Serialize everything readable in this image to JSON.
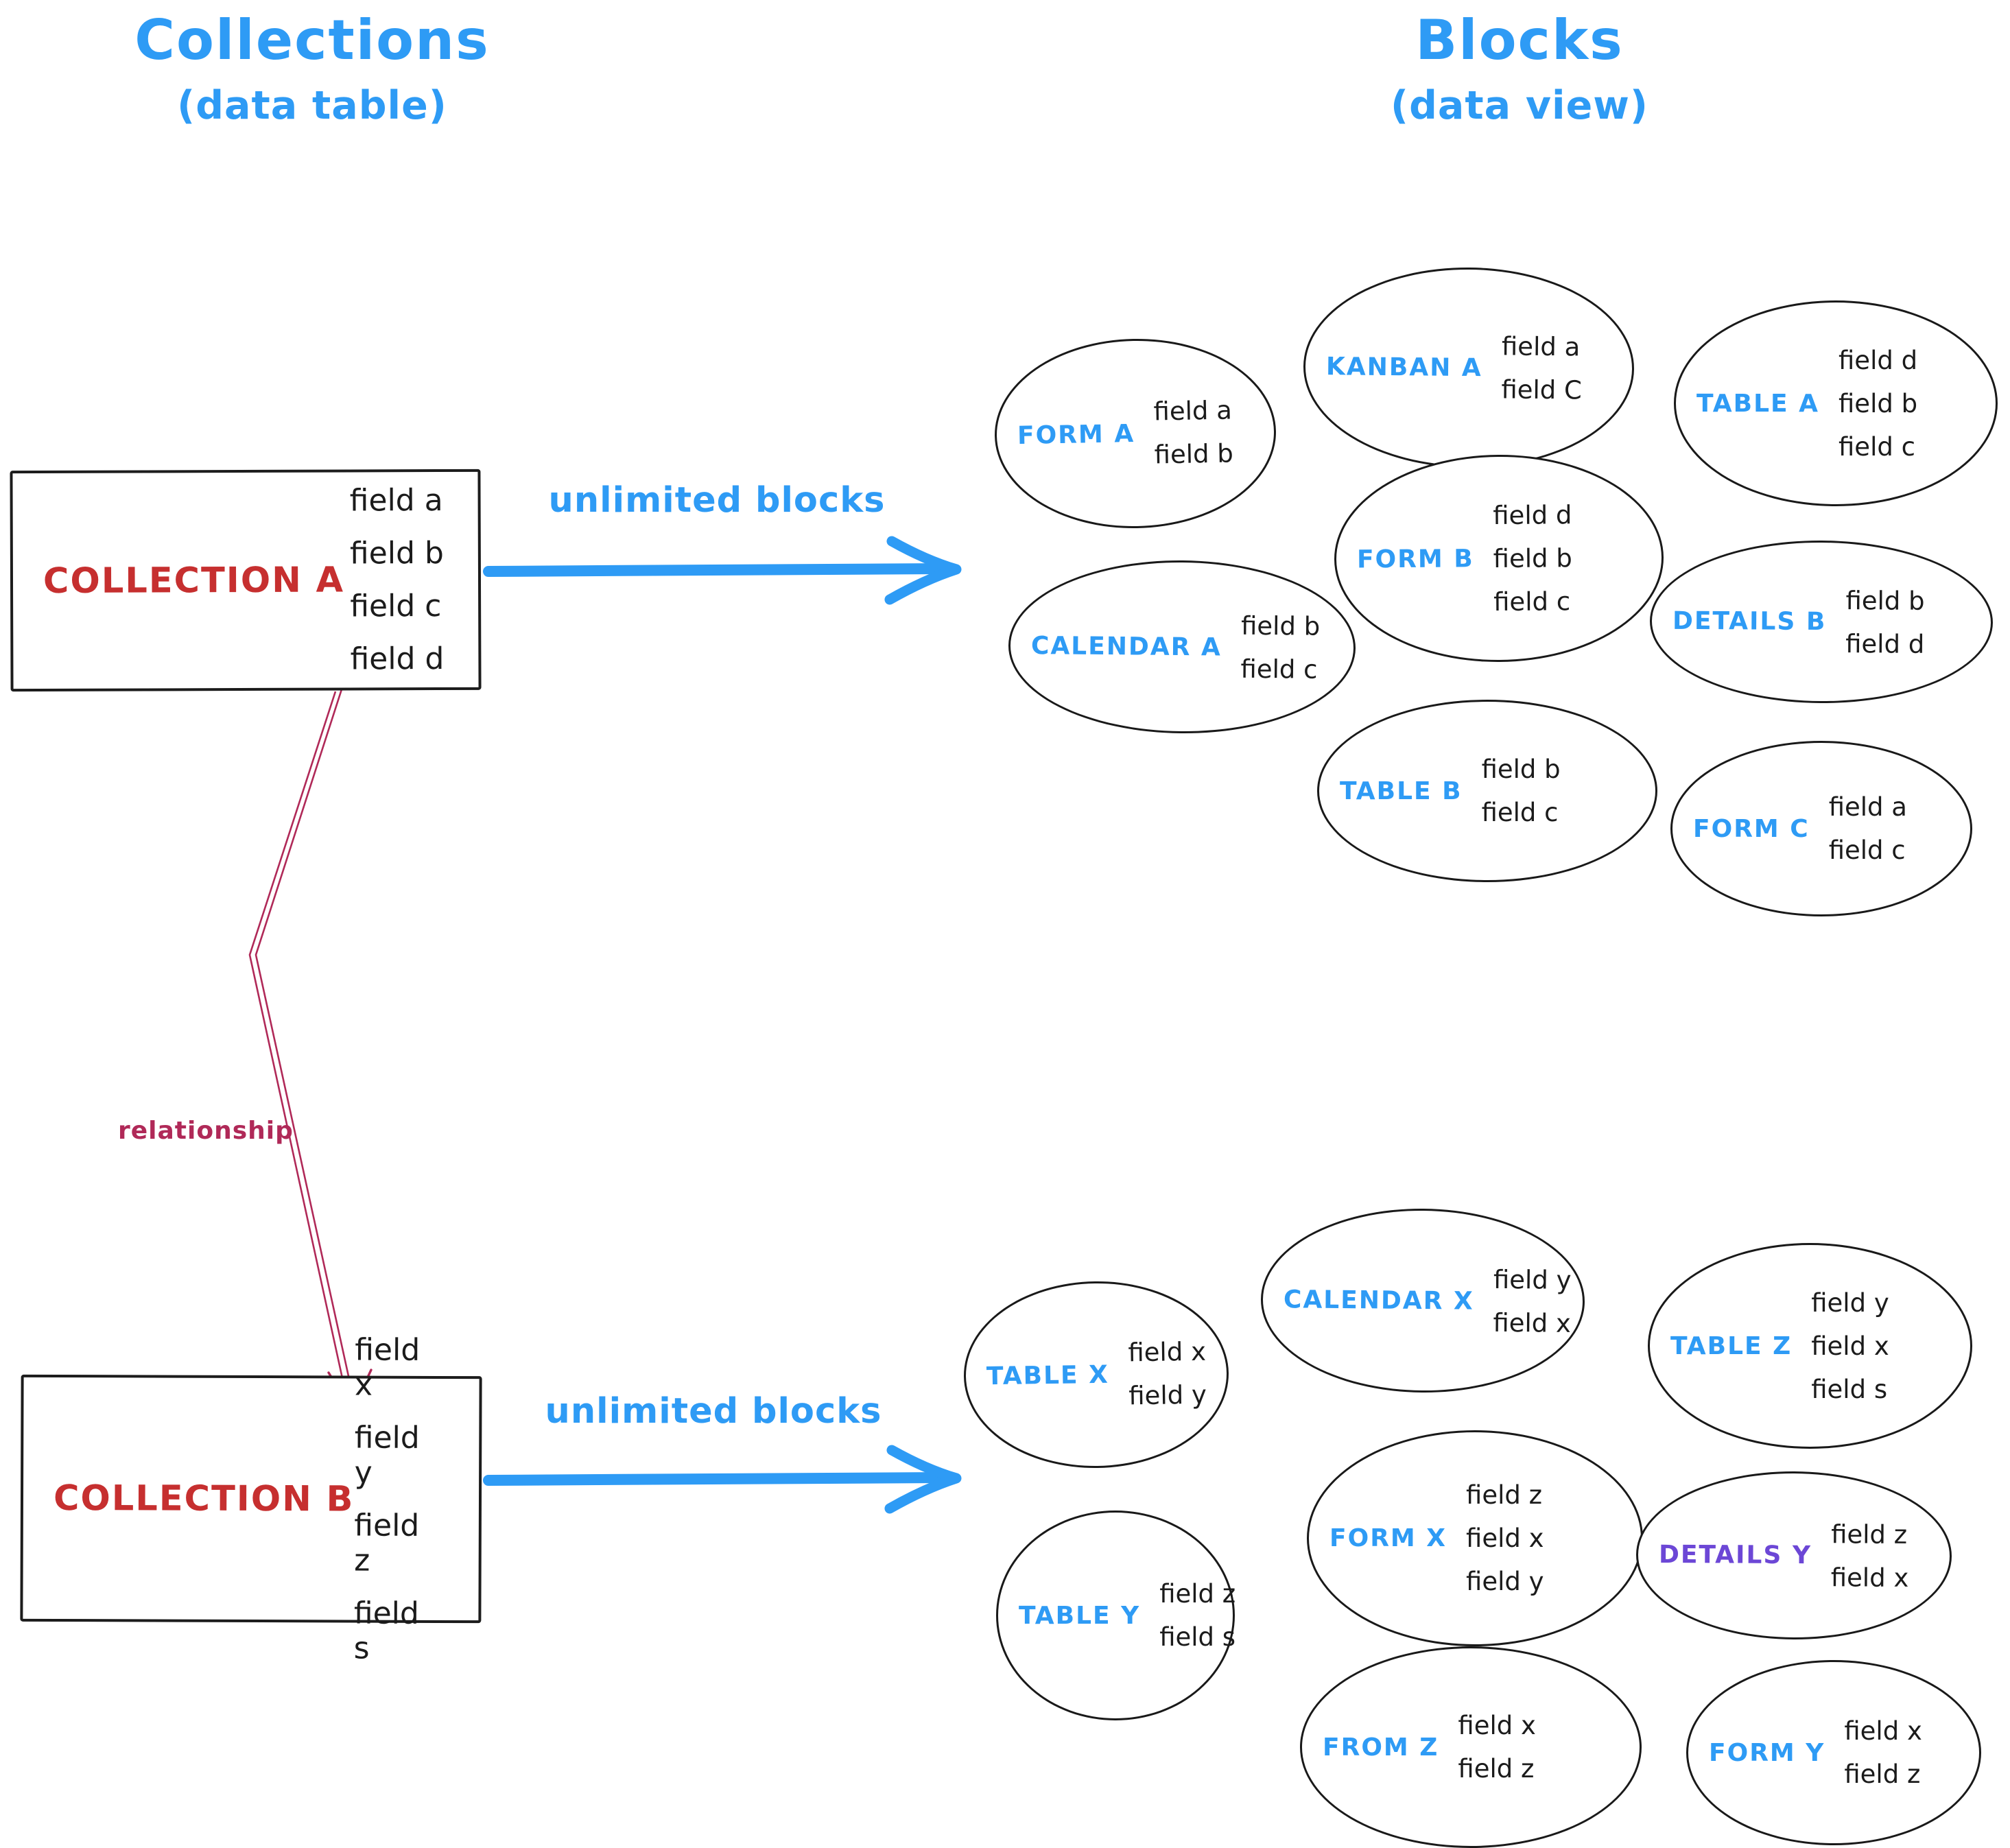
{
  "left_header": {
    "title": "Collections",
    "subtitle": "(data table)"
  },
  "right_header": {
    "title": "Blocks",
    "subtitle": "(data view)"
  },
  "collections": [
    {
      "id": "a",
      "name": "COLLECTION A",
      "fields": [
        "field a",
        "field b",
        "field c",
        "field d"
      ],
      "arrow_label": "unlimited blocks"
    },
    {
      "id": "b",
      "name": "COLLECTION B",
      "fields": [
        "field x",
        "field y",
        "field z",
        "field s"
      ],
      "arrow_label": "unlimited blocks"
    }
  ],
  "relationship_label": "relationship",
  "clusters": {
    "a": {
      "blocks": [
        {
          "id": "form-a",
          "label": "FORM A",
          "fields": [
            "field a",
            "field b"
          ]
        },
        {
          "id": "kanban-a",
          "label": "KANBAN A",
          "fields": [
            "field a",
            "field C"
          ]
        },
        {
          "id": "table-a",
          "label": "TABLE A",
          "fields": [
            "field d",
            "field b",
            "field c"
          ]
        },
        {
          "id": "calendar-a",
          "label": "CALENDAR A",
          "fields": [
            "field b",
            "field c"
          ]
        },
        {
          "id": "form-b",
          "label": "FORM B",
          "fields": [
            "field d",
            "field b",
            "field c"
          ]
        },
        {
          "id": "details-b",
          "label": "DETAILS B",
          "fields": [
            "field b",
            "field d"
          ]
        },
        {
          "id": "table-b",
          "label": "TABLE B",
          "fields": [
            "field b",
            "field c"
          ]
        },
        {
          "id": "form-c",
          "label": "FORM C",
          "fields": [
            "field a",
            "field c"
          ]
        }
      ]
    },
    "b": {
      "blocks": [
        {
          "id": "table-x",
          "label": "TABLE X",
          "fields": [
            "field x",
            "field y"
          ]
        },
        {
          "id": "calendar-x",
          "label": "CALENDAR X",
          "fields": [
            "field y",
            "field x"
          ]
        },
        {
          "id": "table-z",
          "label": "TABLE Z",
          "fields": [
            "field y",
            "field x",
            "field s"
          ]
        },
        {
          "id": "form-x",
          "label": "FORM X",
          "fields": [
            "field z",
            "field x",
            "field y"
          ]
        },
        {
          "id": "details-y",
          "label": "DETAILS Y",
          "fields": [
            "field z",
            "field x"
          ],
          "label_color": "purple"
        },
        {
          "id": "table-y",
          "label": "TABLE Y",
          "fields": [
            "field z",
            "field s"
          ]
        },
        {
          "id": "from-z",
          "label": "FROM Z",
          "fields": [
            "field x",
            "field z"
          ]
        },
        {
          "id": "form-y",
          "label": "FORM Y",
          "fields": [
            "field x",
            "field z"
          ]
        }
      ]
    }
  },
  "colors": {
    "blue": "#2e9bf5",
    "red": "#c62f2f",
    "crimson": "#b02958",
    "purple": "#6c47d6",
    "ink": "#1b1b1b"
  }
}
